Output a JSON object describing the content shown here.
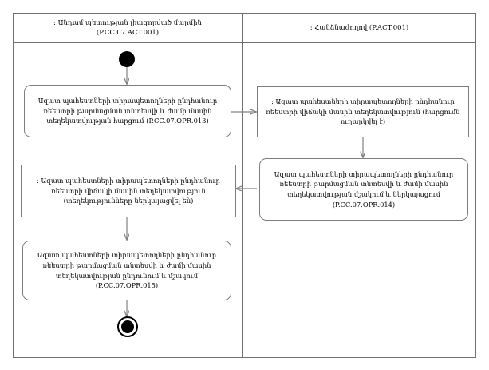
{
  "diagram": {
    "type": "uml-activity-diagram",
    "title": "",
    "lanes": [
      {
        "id": "lane-left",
        "header": ": Անդամ պետության լիազորված մարմին (P.CC.07.ACT.001)",
        "header_line1": ": Անդամ պետության լիազորված մարմին",
        "header_line2": "(P.CC.07.ACT.001)"
      },
      {
        "id": "lane-right",
        "header": ": Հանձնաժողով (P.ACT.001)",
        "header_line1": ": Հանձնաժողով (P.ACT.001)",
        "header_line2": ""
      }
    ],
    "nodes": [
      {
        "id": "initial",
        "kind": "initial-node",
        "lane": "lane-left",
        "label": ""
      },
      {
        "id": "act-013",
        "kind": "activity",
        "lane": "lane-left",
        "label": "Ազատ պահեստների տիրապետողների ընդհանուր ռեեստրի թարմացման տնտեսվի և ժամի մասին տեղեկատվության հարցում (P.CC.07.OPR.013)",
        "code": "P.CC.07.OPR.013"
      },
      {
        "id": "obj-request-sent",
        "kind": "object-node",
        "lane": "lane-right",
        "label": ": Ազատ պահեստների տիրապետողների ընդհանուր ռեեստրի վիճակի մասին տեղեկատվություն (հարցումն ուղարկվել է)",
        "state": "(հարցումն ուղարկվել է)"
      },
      {
        "id": "act-014",
        "kind": "activity",
        "lane": "lane-right",
        "label": "Ազատ պահեստների տիրապետողների ընդհանուր ռեեստրի թարմացման տնտեսվի և ժամի մասին տեղեկատվության մշակում և ներկայացում (P.CC.07.OPR.014)",
        "code": "P.CC.07.OPR.014"
      },
      {
        "id": "obj-info-provided",
        "kind": "object-node",
        "lane": "lane-left",
        "label": ": Ազատ պահեստների տիրապետողների ընդհանուր ռեեստրի վիճակի մասին տեղեկատվություն (տեղեկությունները ներկայացվել են)",
        "state": "(տեղեկությունները ներկայացվել են)"
      },
      {
        "id": "act-015",
        "kind": "activity",
        "lane": "lane-left",
        "label": "Ազատ պահեստների տիրապետողների ընդհանուր ռեեստրի թարմացման տնտեսվի և ժամի մասին տեղեկատվության ընդունում և մշակում (P.CC.07.OPR.015)",
        "code": "P.CC.07.OPR.015"
      },
      {
        "id": "final",
        "kind": "final-node",
        "lane": "lane-left",
        "label": ""
      }
    ],
    "edges": [
      {
        "from": "initial",
        "to": "act-013",
        "label": ""
      },
      {
        "from": "act-013",
        "to": "obj-request-sent",
        "label": ""
      },
      {
        "from": "obj-request-sent",
        "to": "act-014",
        "label": ""
      },
      {
        "from": "act-014",
        "to": "obj-info-provided",
        "label": ""
      },
      {
        "from": "obj-info-provided",
        "to": "act-015",
        "label": ""
      },
      {
        "from": "act-015",
        "to": "final",
        "label": ""
      }
    ],
    "colors": {
      "border": "#6f6f6f",
      "node_border": "#7d7d7d",
      "edge": "#808080",
      "node_fill": "#ffffff",
      "text": "#000000",
      "marker_fill": "#000000"
    }
  }
}
